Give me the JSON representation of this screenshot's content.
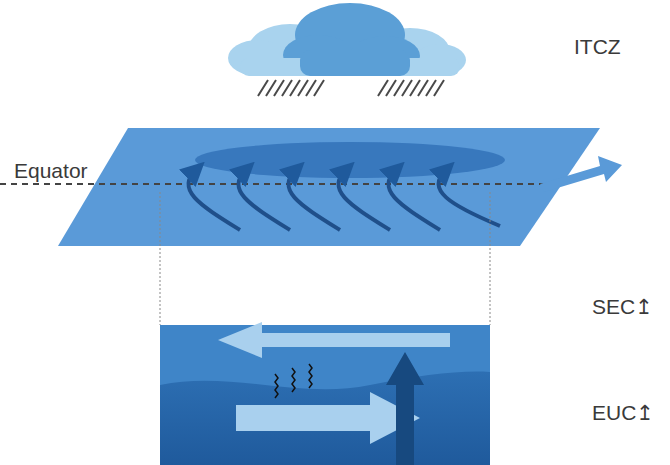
{
  "diagram": {
    "labels": [
      "ITCZ",
      "Equator",
      "SEC↥",
      "EUC↥"
    ]
  }
}
